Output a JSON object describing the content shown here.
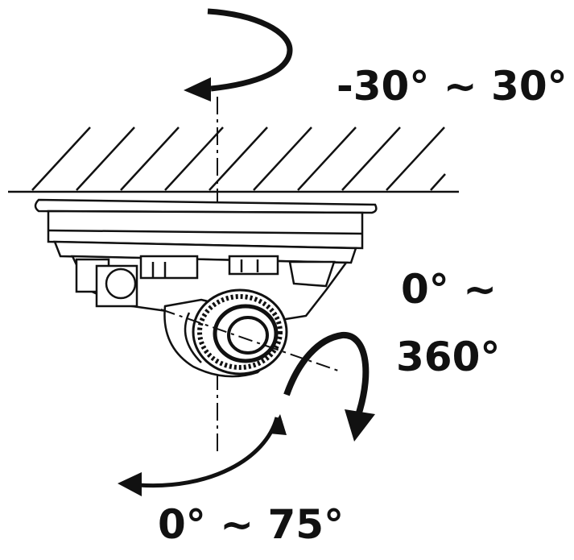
{
  "labels": {
    "tilt_range": "-30° ~ 30°",
    "pan_range_line1": "0° ~",
    "pan_range_line2": "360°",
    "rotation_range": "0° ~ 75°"
  },
  "colors": {
    "ink": "#111111",
    "background": "#ffffff"
  }
}
